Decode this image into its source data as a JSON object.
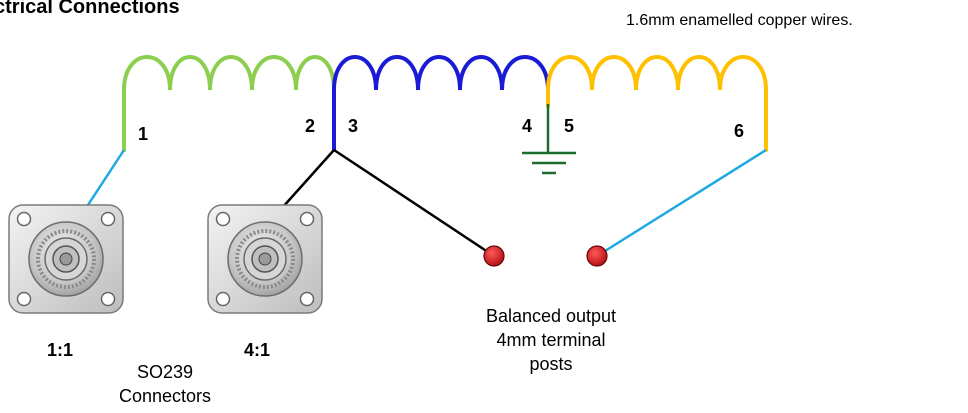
{
  "title": "ctrical Connections",
  "note": "1.6mm enamelled copper wires.",
  "taps": [
    "1",
    "2",
    "3",
    "4",
    "5",
    "6"
  ],
  "connectors": {
    "ratio_1": "1:1",
    "ratio_2": "4:1",
    "label_line1": "SO239",
    "label_line2": "Connectors"
  },
  "output": {
    "line1": "Balanced output",
    "line2": "4mm terminal",
    "line3": "posts"
  },
  "colors": {
    "winding_1": "#8ccf50",
    "winding_2": "#1b1bd6",
    "winding_3": "#ffc000",
    "feed_wire": "#1ea9e1",
    "balanced_wire": "#000000",
    "ground": "#1e6b2e",
    "terminal": "#d0161b"
  }
}
